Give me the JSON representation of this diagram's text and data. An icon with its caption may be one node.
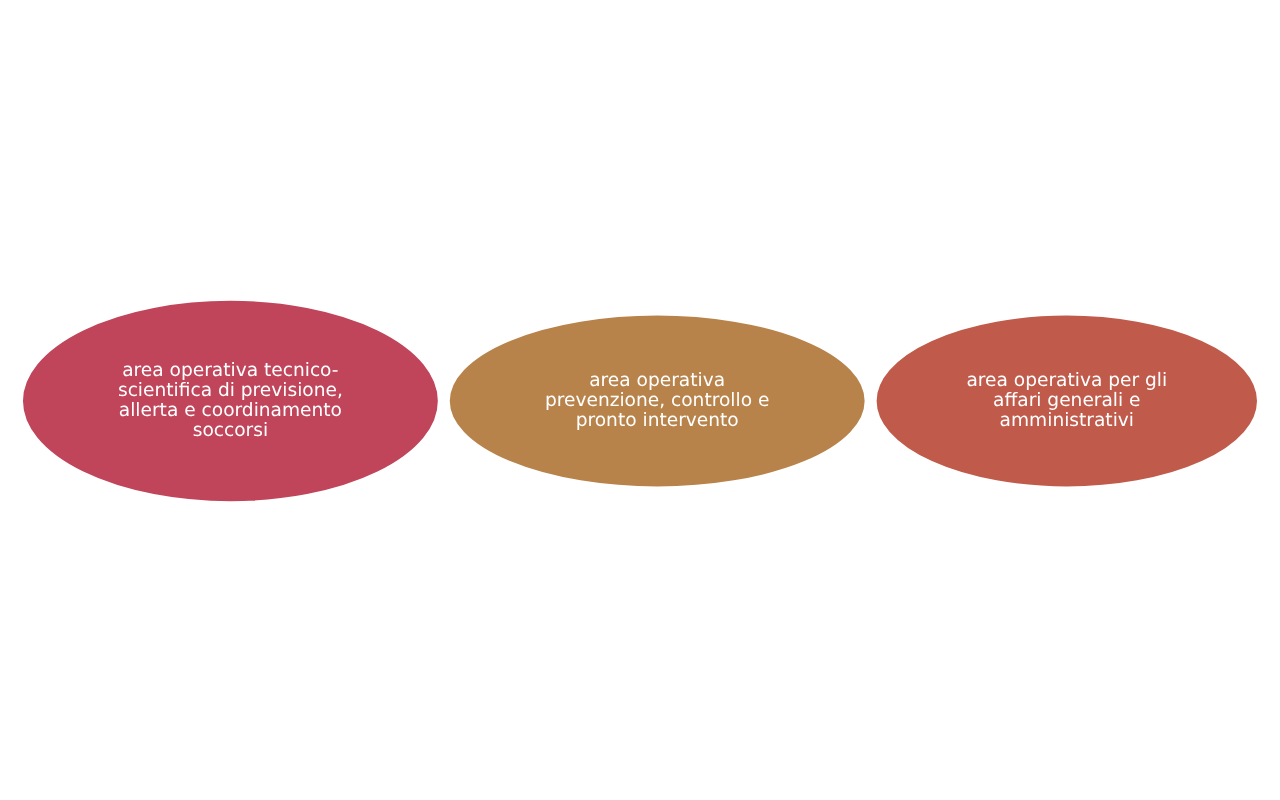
{
  "diagram": {
    "nodes": [
      {
        "text": [
          "area operativa tecnico-scientifica di previsione, allerta e coordinamento soccorsi"
        ]
      },
      {
        "text": [
          "area operativa prevenzione, controllo e pronto intervento"
        ]
      },
      {
        "text": [
          "area operativa per gli affari generali e amministrativi"
        ]
      }
    ]
  }
}
